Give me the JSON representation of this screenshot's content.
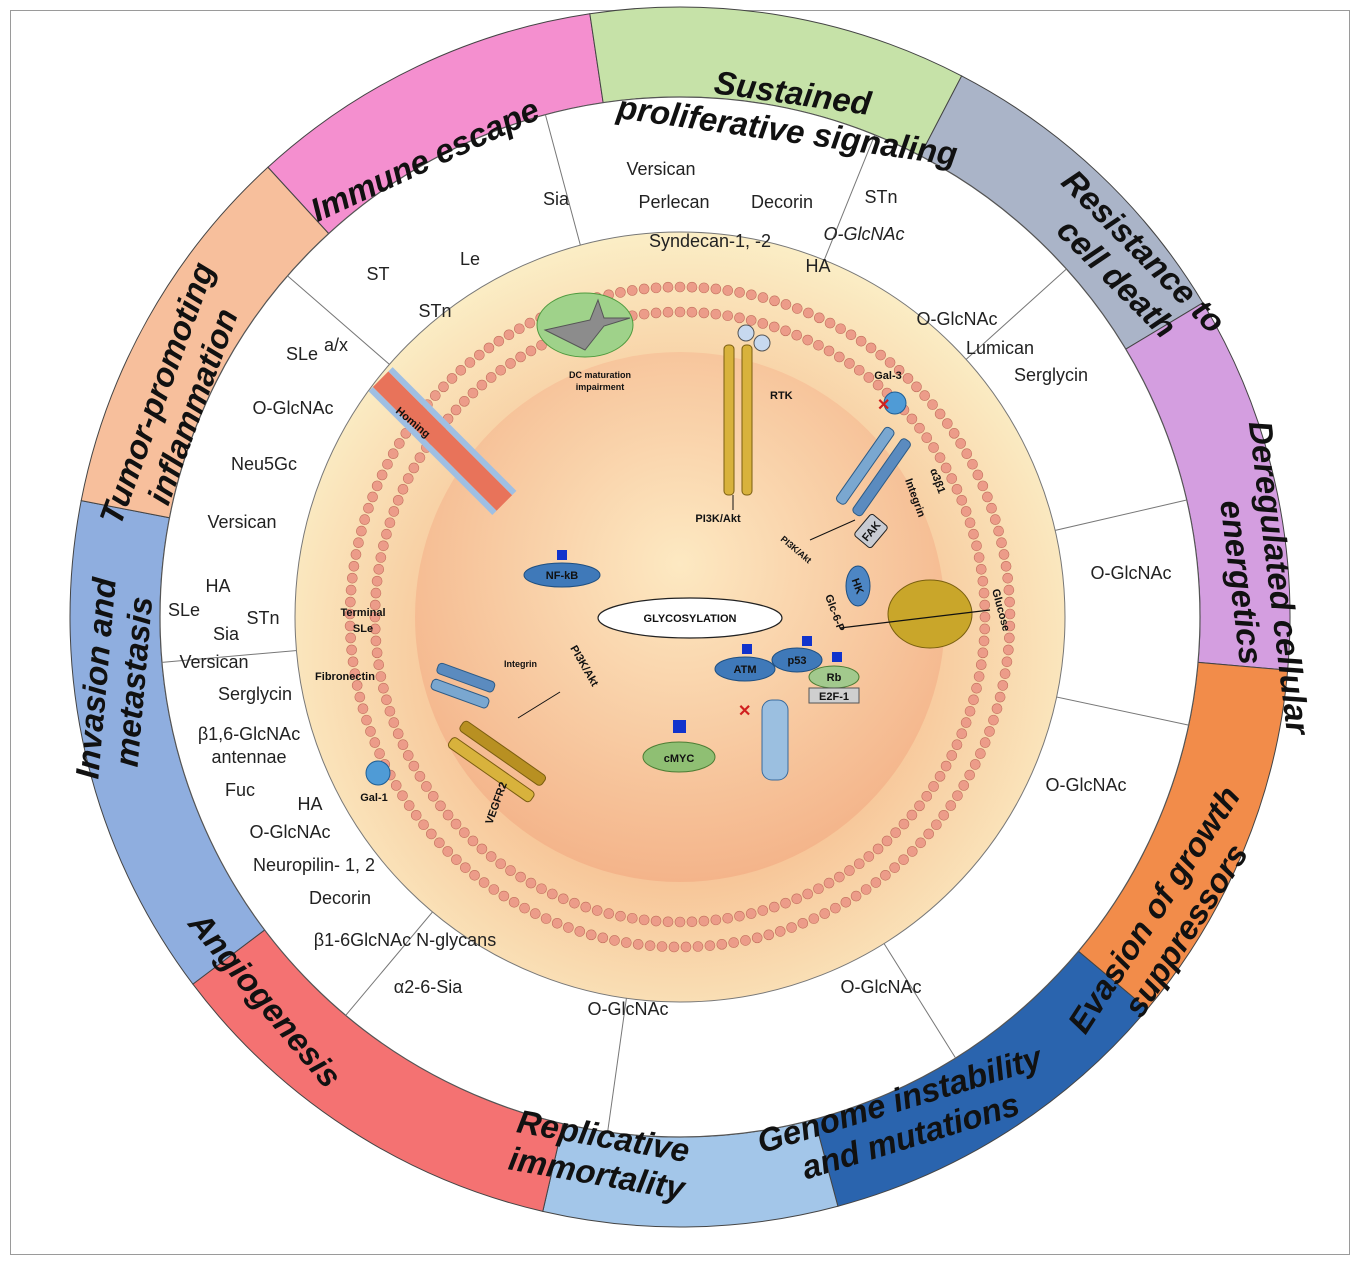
{
  "hallmarks": [
    {
      "id": "immune",
      "lines": [
        "Immune escape"
      ],
      "color": "#f48fcf"
    },
    {
      "id": "proliferative",
      "lines": [
        "Sustained",
        "proliferative signaling"
      ],
      "color": "#c6e2a8"
    },
    {
      "id": "death",
      "lines": [
        "Resistance to",
        "cell death"
      ],
      "color": "#aab4c8"
    },
    {
      "id": "energetics",
      "lines": [
        "Deregulated cellular",
        "energetics"
      ],
      "color": "#d49ee0"
    },
    {
      "id": "suppressors",
      "lines": [
        "Evasion of growth",
        "suppressors"
      ],
      "color": "#f28c4a"
    },
    {
      "id": "genome",
      "lines": [
        "Genome instability",
        "and mutations"
      ],
      "color": "#2a64ae"
    },
    {
      "id": "replicative",
      "lines": [
        "Replicative",
        "immortality"
      ],
      "color": "#a3c6e9"
    },
    {
      "id": "angiogenesis",
      "lines": [
        "Angiogenesis"
      ],
      "color": "#f47272"
    },
    {
      "id": "invasion",
      "lines": [
        "Invasion and",
        "metastasis"
      ],
      "color": "#8faedf"
    },
    {
      "id": "inflammation",
      "lines": [
        "Tumor-promoting",
        "inflammation"
      ],
      "color": "#f7bf9c"
    }
  ],
  "molecules": {
    "immune": [
      "Sia",
      "Le",
      "ST",
      "STn"
    ],
    "proliferative": [
      "Versican",
      "Perlecan",
      "Decorin",
      "STn",
      "O-GlcNAc",
      "Syndecan-1, -2",
      "HA"
    ],
    "death": [
      "O-GlcNAc",
      "Lumican",
      "Serglycin"
    ],
    "energetics": [
      "O-GlcNAc"
    ],
    "suppressors": [
      "O-GlcNAc"
    ],
    "genome": [
      "O-GlcNAc"
    ],
    "replicative": [
      "O-GlcNAc"
    ],
    "angiogenesis": [
      "HA",
      "O-GlcNAc",
      "Neuropilin- 1, 2",
      "Decorin",
      "β1-6GlcNAc N-glycans",
      "α2-6-Sia"
    ],
    "invasion": [
      "HA",
      "SLe",
      "STn",
      "Sia",
      "Versican",
      "Serglycin",
      "β1,6-GlcNAc",
      "antennae",
      "Fuc"
    ],
    "inflammation": [
      "SLe",
      "a/x",
      "O-GlcNAc",
      "Neu5Gc",
      "Versican"
    ]
  },
  "cell": {
    "center": "GLYCOSYLATION",
    "dc": [
      "DC maturation",
      "impairment"
    ],
    "rtk": "RTK",
    "pi3k_top": "PI3K/Akt",
    "gal3": "Gal-3",
    "a3b1": "α3β1",
    "integrin": "Integrin",
    "fak": "FAK",
    "pi3k_right": "PI3K/Akt",
    "hk": "HK",
    "glc6p": "Glc-6-P",
    "glucose": "Glucose",
    "homing": "Homing",
    "nfkb": "NF-kB",
    "terminal_sle": [
      "Terminal",
      "SLe"
    ],
    "fibronectin": "Fibronectin",
    "integrin_left": "Integrin",
    "pi3k_left": "PI3K/Akt",
    "gal1": "Gal-1",
    "vegfr2": "VEGFR2",
    "cmyc": "cMYC",
    "atm": "ATM",
    "p53": "p53",
    "rb": "Rb",
    "e2f1": "E2F-1"
  },
  "colors": {
    "membrane": "#e89a86",
    "core": "#f7c59a",
    "outer_bg": "#fbe6b4"
  }
}
